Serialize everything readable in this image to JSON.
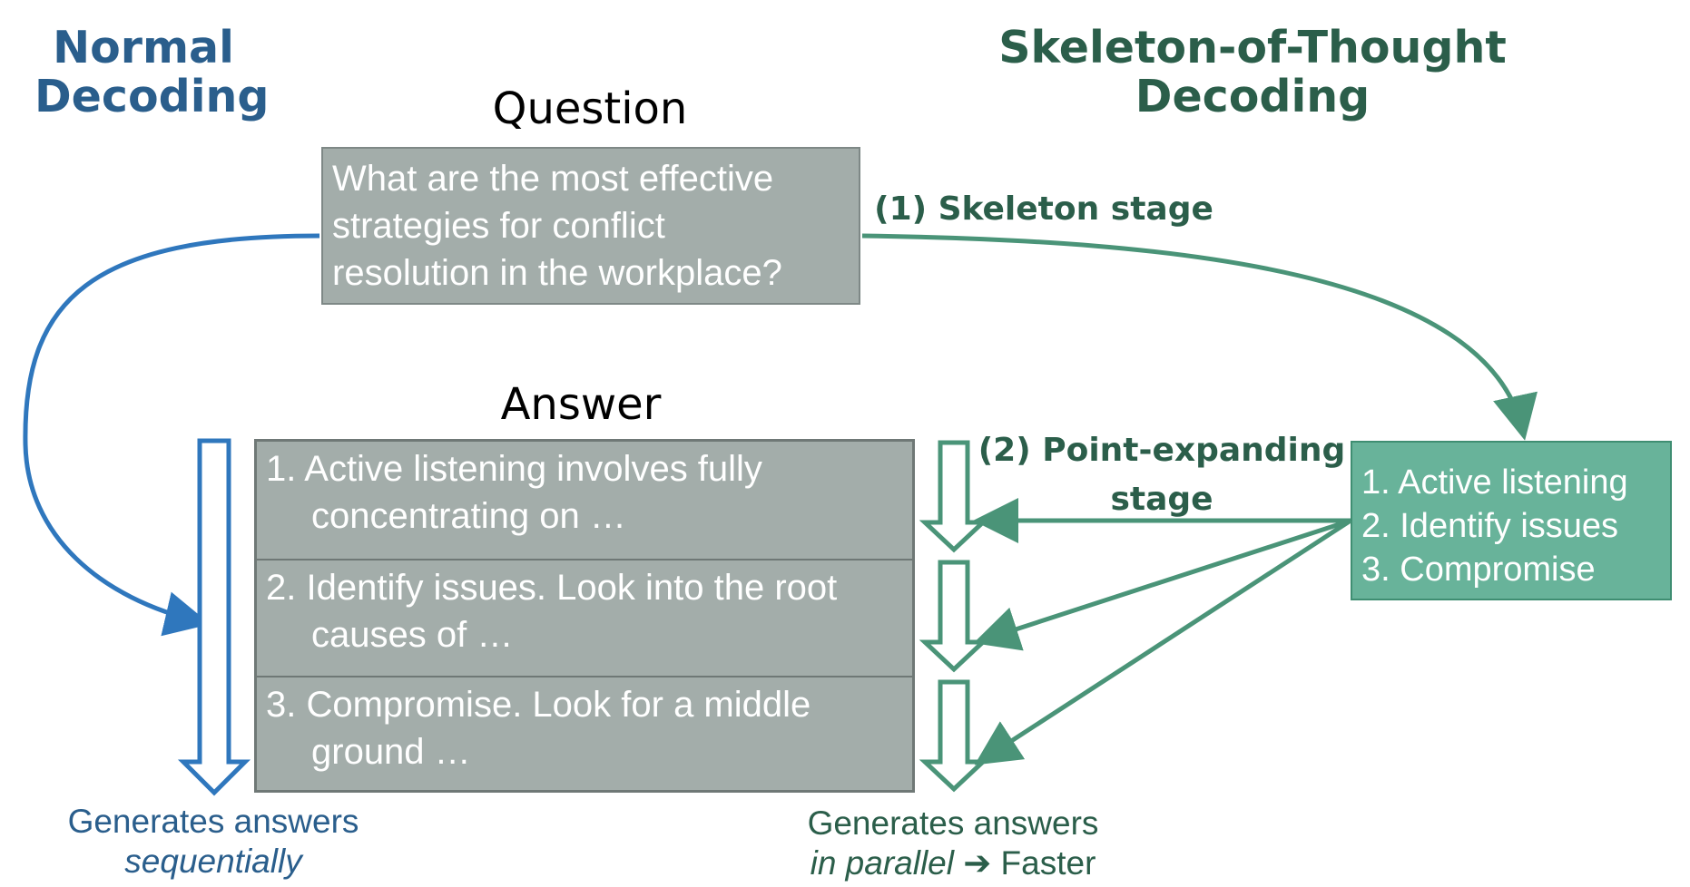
{
  "headings": {
    "normal_line1": "Normal",
    "normal_line2": "Decoding",
    "sot_line1": "Skeleton-of-Thought",
    "sot_line2": "Decoding"
  },
  "question": {
    "title": "Question",
    "lines": [
      "What are the most effective",
      "strategies for conflict",
      "resolution in the workplace?"
    ]
  },
  "answer": {
    "title": "Answer",
    "items": [
      {
        "line1": "1. Active listening involves fully",
        "line2": "concentrating on …"
      },
      {
        "line1": "2. Identify issues. Look into the root",
        "line2": "causes of …"
      },
      {
        "line1": "3. Compromise. Look for a middle",
        "line2": "ground …"
      }
    ]
  },
  "skeleton": {
    "items": [
      "1. Active listening",
      "2. Identify issues",
      "3. Compromise"
    ]
  },
  "stages": {
    "skeleton": "(1) Skeleton stage",
    "point_line1": "(2) Point-expanding",
    "point_line2": "stage"
  },
  "captions": {
    "normal_line1": "Generates answers",
    "normal_line2": "sequentially",
    "sot_line1": "Generates answers",
    "sot_parallel": "in parallel",
    "sot_arrow": "➔",
    "sot_faster": "Faster"
  },
  "colors": {
    "normal_blue": "#2f77bd",
    "sot_green": "#4a9478",
    "box_gray": "#a3adaa",
    "skeleton_green": "#68b39a"
  }
}
